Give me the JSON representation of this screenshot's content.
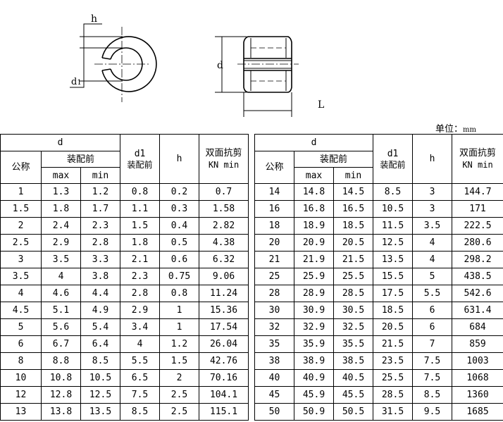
{
  "drawing": {
    "end_view_labels": {
      "h": "h",
      "d1": "d1"
    },
    "side_view_labels": {
      "d": "d",
      "L": "L"
    }
  },
  "unit": {
    "label": "单位：",
    "value": "mm"
  },
  "table_header": {
    "d": "d",
    "nominal": "公称",
    "before_assembly": "装配前",
    "max": "max",
    "min": "min",
    "d1": "d1",
    "d1_sub": "装配前",
    "h": "h",
    "shear": "双面抗剪",
    "shear_unit": "KN min"
  },
  "tables": {
    "left": [
      [
        "1",
        "1.3",
        "1.2",
        "0.8",
        "0.2",
        "0.7"
      ],
      [
        "1.5",
        "1.8",
        "1.7",
        "1.1",
        "0.3",
        "1.58"
      ],
      [
        "2",
        "2.4",
        "2.3",
        "1.5",
        "0.4",
        "2.82"
      ],
      [
        "2.5",
        "2.9",
        "2.8",
        "1.8",
        "0.5",
        "4.38"
      ],
      [
        "3",
        "3.5",
        "3.3",
        "2.1",
        "0.6",
        "6.32"
      ],
      [
        "3.5",
        "4",
        "3.8",
        "2.3",
        "0.75",
        "9.06"
      ],
      [
        "4",
        "4.6",
        "4.4",
        "2.8",
        "0.8",
        "11.24"
      ],
      [
        "4.5",
        "5.1",
        "4.9",
        "2.9",
        "1",
        "15.36"
      ],
      [
        "5",
        "5.6",
        "5.4",
        "3.4",
        "1",
        "17.54"
      ],
      [
        "6",
        "6.7",
        "6.4",
        "4",
        "1.2",
        "26.04"
      ],
      [
        "8",
        "8.8",
        "8.5",
        "5.5",
        "1.5",
        "42.76"
      ],
      [
        "10",
        "10.8",
        "10.5",
        "6.5",
        "2",
        "70.16"
      ],
      [
        "12",
        "12.8",
        "12.5",
        "7.5",
        "2.5",
        "104.1"
      ],
      [
        "13",
        "13.8",
        "13.5",
        "8.5",
        "2.5",
        "115.1"
      ]
    ],
    "right": [
      [
        "14",
        "14.8",
        "14.5",
        "8.5",
        "3",
        "144.7"
      ],
      [
        "16",
        "16.8",
        "16.5",
        "10.5",
        "3",
        "171"
      ],
      [
        "18",
        "18.9",
        "18.5",
        "11.5",
        "3.5",
        "222.5"
      ],
      [
        "20",
        "20.9",
        "20.5",
        "12.5",
        "4",
        "280.6"
      ],
      [
        "21",
        "21.9",
        "21.5",
        "13.5",
        "4",
        "298.2"
      ],
      [
        "25",
        "25.9",
        "25.5",
        "15.5",
        "5",
        "438.5"
      ],
      [
        "28",
        "28.9",
        "28.5",
        "17.5",
        "5.5",
        "542.6"
      ],
      [
        "30",
        "30.9",
        "30.5",
        "18.5",
        "6",
        "631.4"
      ],
      [
        "32",
        "32.9",
        "32.5",
        "20.5",
        "6",
        "684"
      ],
      [
        "35",
        "35.9",
        "35.5",
        "21.5",
        "7",
        "859"
      ],
      [
        "38",
        "38.9",
        "38.5",
        "23.5",
        "7.5",
        "1003"
      ],
      [
        "40",
        "40.9",
        "40.5",
        "25.5",
        "7.5",
        "1068"
      ],
      [
        "45",
        "45.9",
        "45.5",
        "28.5",
        "8.5",
        "1360"
      ],
      [
        "50",
        "50.9",
        "50.5",
        "31.5",
        "9.5",
        "1685"
      ]
    ]
  }
}
